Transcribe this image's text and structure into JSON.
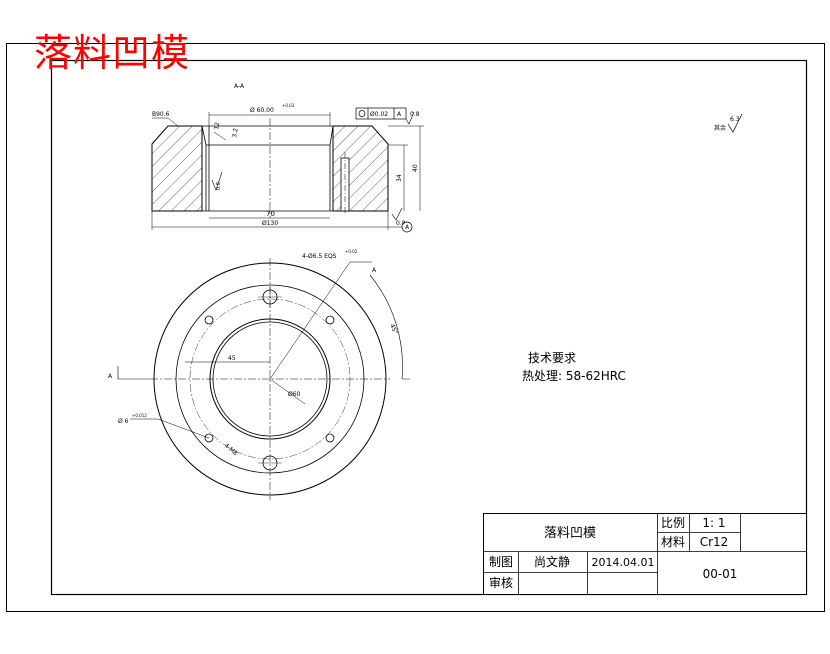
{
  "header": {
    "title": "落料凹模"
  },
  "section_view": {
    "section_label": "A-A",
    "left_mark": "B90.6",
    "top_dim": "Ø 60.00",
    "top_dim_tol": "+0.03",
    "gdt_tol": "Ø0.02",
    "gdt_datum": "A",
    "gdt_rough": "0.8",
    "dim_width_1": "70",
    "dim_width_2": "Ø130",
    "dim_h1": "34",
    "dim_h2": "40",
    "dim_small_1": "12",
    "dim_small_2": "3.2",
    "bottom_rough": "0.8",
    "datum_circle": "A"
  },
  "rough_symbol": {
    "label": "其余",
    "value": "6.3"
  },
  "plan_view": {
    "holes_callout": "4-Ø6.5 EQS",
    "holes_callout_tol": "+0.02",
    "pin_callout": "Ø 6",
    "pin_callout_tol": "+0.012",
    "dim_radius": "45",
    "dim_angle": "45°",
    "dim_diam": "Ø60",
    "section_mark": "A",
    "bolt_label": "4-M8"
  },
  "tech_requirements": {
    "heading": "技术要求",
    "item": "热处理: 58-62HRC"
  },
  "title_block": {
    "part_name": "落料凹模",
    "scale_label": "比例",
    "scale_value": "1: 1",
    "material_label": "材料",
    "material_value": "Cr12",
    "drawn_label": "制图",
    "drawn_name": "尚文静",
    "drawn_date": "2014.04.01",
    "check_label": "审核",
    "drawing_no": "00-01"
  }
}
